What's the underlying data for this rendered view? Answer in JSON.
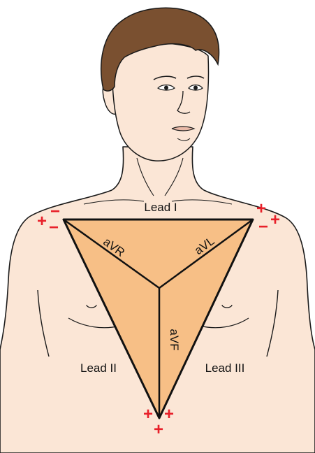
{
  "labels": {
    "lead_i": "Lead I",
    "lead_ii": "Lead II",
    "lead_iii": "Lead III",
    "avr": "aVR",
    "avl": "aVL",
    "avf": "aVF"
  },
  "signs": {
    "plus": "+",
    "minus": "−"
  },
  "colors": {
    "skin": "#fbe6d6",
    "triangle": "#f7bf86",
    "hair": "#7a5030",
    "outline": "#1a1a1a",
    "sign": "#e8202a"
  }
}
